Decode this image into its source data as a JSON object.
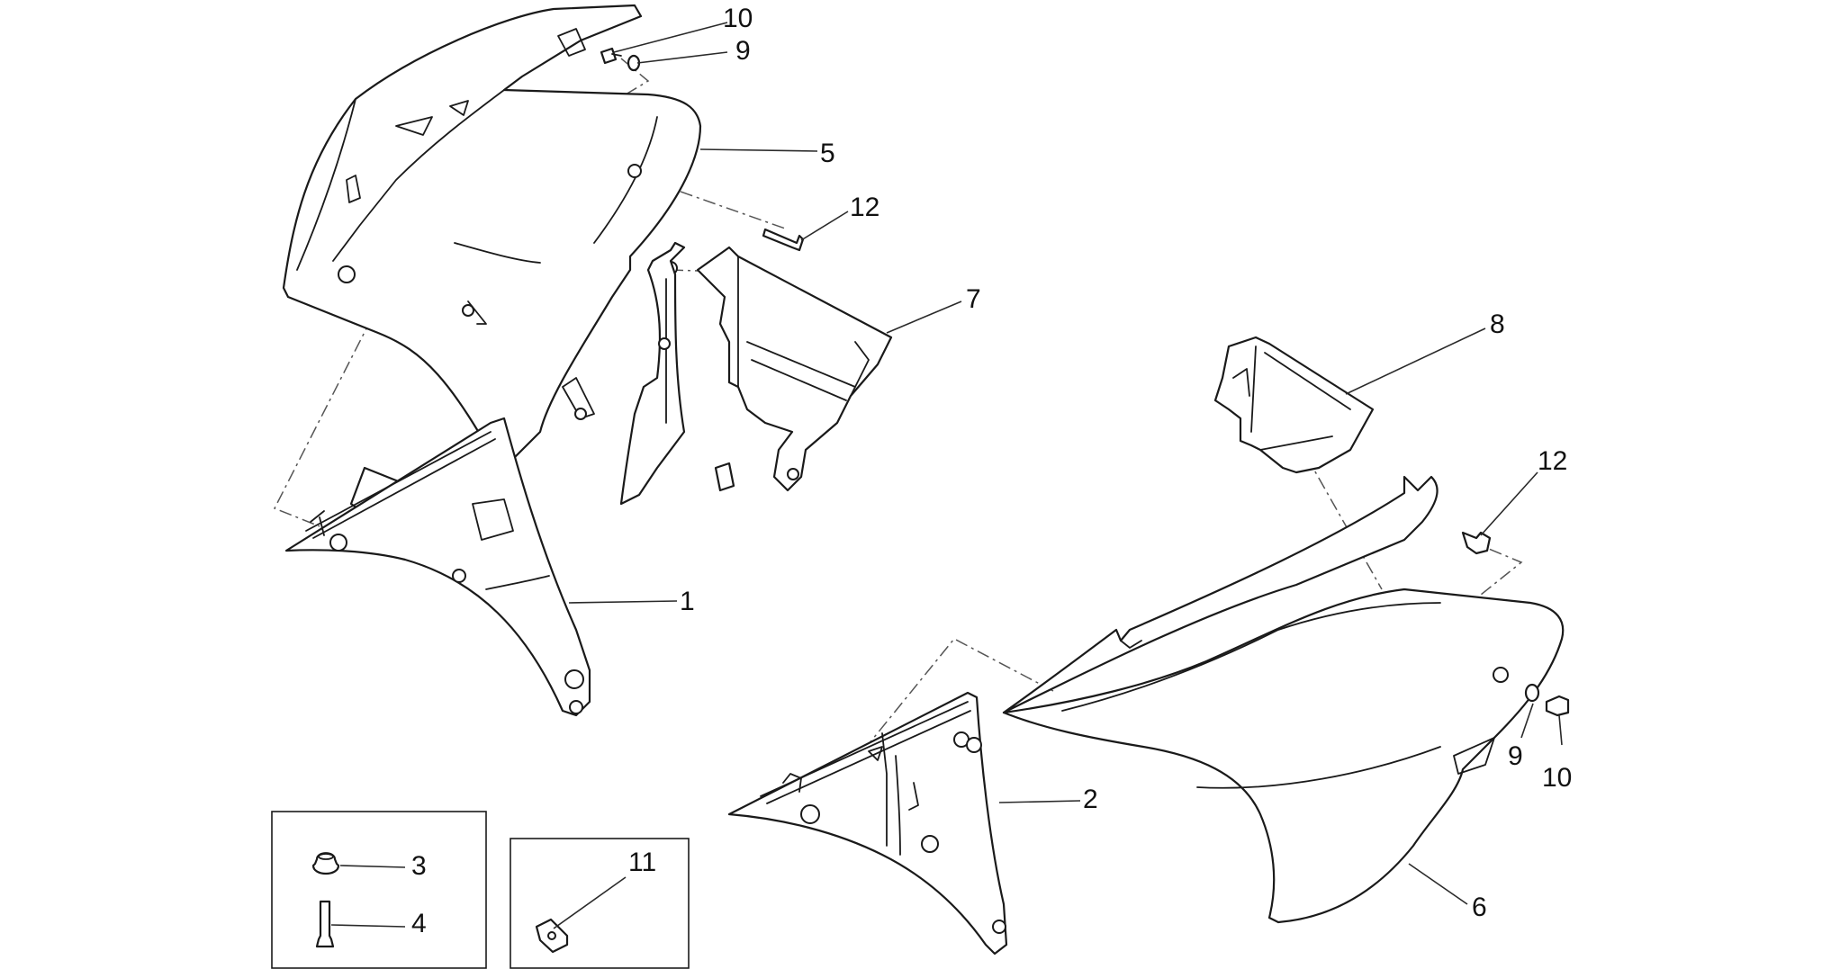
{
  "diagram": {
    "callouts": [
      {
        "id": "c10a",
        "text": "10"
      },
      {
        "id": "c9a",
        "text": "9"
      },
      {
        "id": "c5",
        "text": "5"
      },
      {
        "id": "c12a",
        "text": "12"
      },
      {
        "id": "c7",
        "text": "7"
      },
      {
        "id": "c1",
        "text": "1"
      },
      {
        "id": "c8",
        "text": "8"
      },
      {
        "id": "c12b",
        "text": "12"
      },
      {
        "id": "c2",
        "text": "2"
      },
      {
        "id": "c9b",
        "text": "9"
      },
      {
        "id": "c10b",
        "text": "10"
      },
      {
        "id": "c6",
        "text": "6"
      },
      {
        "id": "c3",
        "text": "3"
      },
      {
        "id": "c4",
        "text": "4"
      },
      {
        "id": "c11",
        "text": "11"
      }
    ]
  }
}
